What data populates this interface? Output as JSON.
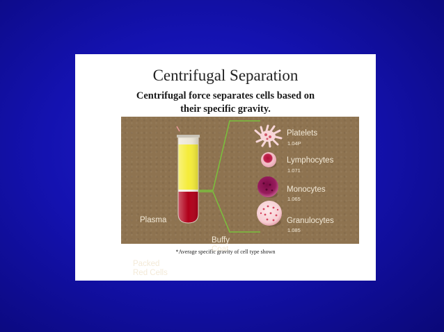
{
  "title": "Centrifugal Separation",
  "subtitle_line1": "Centrifugal force separates cells based on",
  "subtitle_line2": "their specific gravity.",
  "tube_labels": {
    "plasma": "Plasma",
    "packed_line1": "Packed",
    "packed_line2": "Red Cells",
    "buffy_line1": "Buffy",
    "buffy_line2": "Coat"
  },
  "cells": [
    {
      "name": "Platelets",
      "gravity": "1.04P"
    },
    {
      "name": "Lymphocytes",
      "gravity": "1.071"
    },
    {
      "name": "Monocytes",
      "gravity": "1.065"
    },
    {
      "name": "Granulocytes",
      "gravity": "1.085"
    }
  ],
  "footnote": "*Average specific gravity of cell type shown",
  "colors": {
    "background": "#1412b0",
    "panel": "#8e7350",
    "plasma": "#f5ec3a",
    "red_cells": "#b1001a"
  }
}
